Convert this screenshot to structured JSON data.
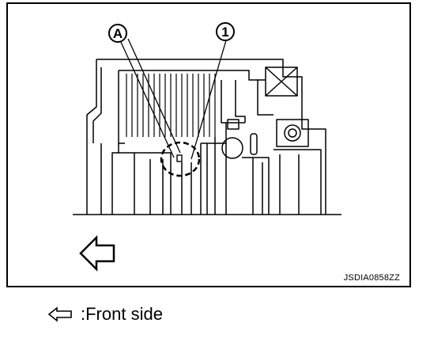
{
  "diagram": {
    "callouts": [
      {
        "id": "A",
        "label": "A"
      },
      {
        "id": "1",
        "label": "1"
      }
    ],
    "figure_code": "JSDIA0858ZZ"
  },
  "legend": {
    "icon": "front-arrow-icon",
    "text": ":Front side"
  },
  "colors": {
    "line": "#000000",
    "background": "#ffffff"
  }
}
